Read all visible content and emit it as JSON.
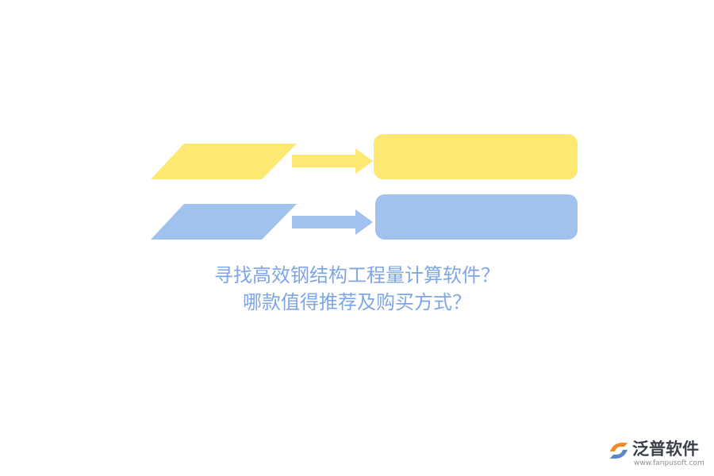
{
  "colors": {
    "yellow": "#fde872",
    "blue": "#a1c1ef",
    "title_text": "#7ea6e6",
    "logo_orange": "#f08a2a",
    "logo_blue": "#5b86c8",
    "logo_text": "#3a3f4a"
  },
  "title": {
    "line1": "寻找高效钢结构工程量计算软件？",
    "line2": "哪款值得推荐及购买方式？"
  },
  "logo": {
    "name": "泛普软件",
    "url": "www.fanpusoft.com",
    "icon": "fanpu-logo-icon"
  }
}
